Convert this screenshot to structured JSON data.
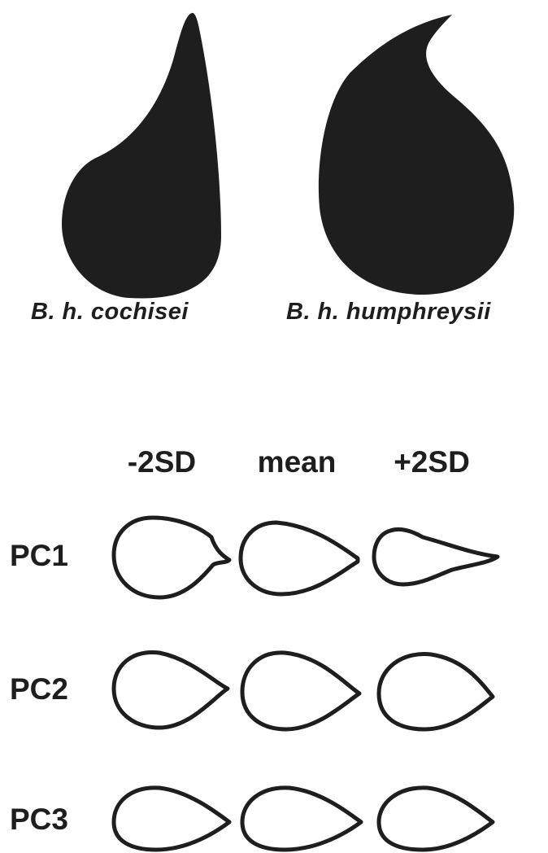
{
  "species": [
    {
      "label": "B. h. cochisei"
    },
    {
      "label": "B. h. humphreysii"
    }
  ],
  "columns": [
    "-2SD",
    "mean",
    "+2SD"
  ],
  "rows": [
    "PC1",
    "PC2",
    "PC3"
  ]
}
